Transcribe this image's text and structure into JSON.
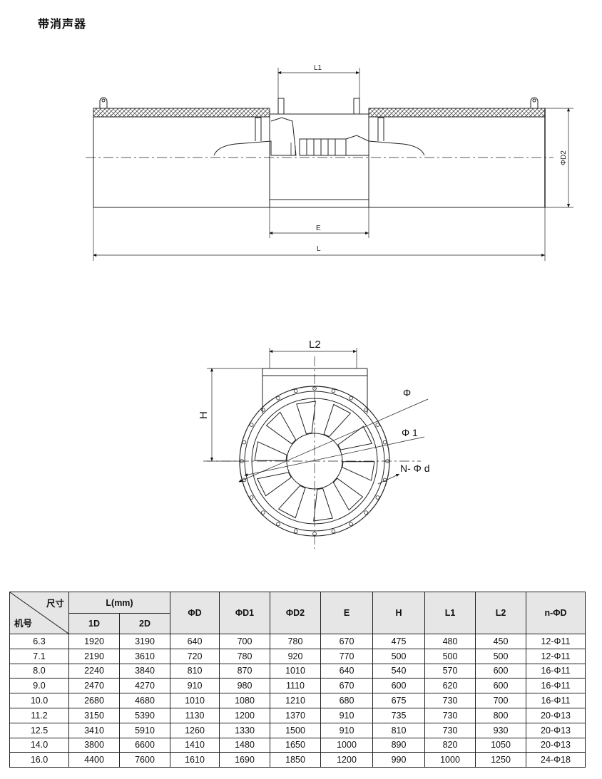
{
  "title": "带消声器",
  "drawing_top": {
    "dim_L1": "L1",
    "dim_E": "E",
    "dim_L": "L",
    "dim_D2": "ΦD2"
  },
  "drawing_front": {
    "dim_L2": "L2",
    "dim_H": "H",
    "lbl_phi": "Φ",
    "lbl_phi1": "Φ 1",
    "lbl_nphid": "N- Φ d"
  },
  "table": {
    "header_size": "尺寸",
    "header_model": "机号",
    "header_L": "L(mm)",
    "header_1D": "1D",
    "header_2D": "2D",
    "header_D": "ΦD",
    "header_D1": "ΦD1",
    "header_D2": "ΦD2",
    "header_E": "E",
    "header_H": "H",
    "header_L1": "L1",
    "header_L2": "L2",
    "header_nD": "n-ΦD",
    "rows": [
      {
        "model": "6.3",
        "d1": "1920",
        "d2": "3190",
        "D": "640",
        "D1": "700",
        "D2": "780",
        "E": "670",
        "H": "475",
        "L1": "480",
        "L2": "450",
        "nD": "12-Φ11"
      },
      {
        "model": "7.1",
        "d1": "2190",
        "d2": "3610",
        "D": "720",
        "D1": "780",
        "D2": "920",
        "E": "770",
        "H": "500",
        "L1": "500",
        "L2": "500",
        "nD": "12-Φ11"
      },
      {
        "model": "8.0",
        "d1": "2240",
        "d2": "3840",
        "D": "810",
        "D1": "870",
        "D2": "1010",
        "E": "640",
        "H": "540",
        "L1": "570",
        "L2": "600",
        "nD": "16-Φ11"
      },
      {
        "model": "9.0",
        "d1": "2470",
        "d2": "4270",
        "D": "910",
        "D1": "980",
        "D2": "1110",
        "E": "670",
        "H": "600",
        "L1": "620",
        "L2": "600",
        "nD": "16-Φ11"
      },
      {
        "model": "10.0",
        "d1": "2680",
        "d2": "4680",
        "D": "1010",
        "D1": "1080",
        "D2": "1210",
        "E": "680",
        "H": "675",
        "L1": "730",
        "L2": "700",
        "nD": "16-Φ11"
      },
      {
        "model": "11.2",
        "d1": "3150",
        "d2": "5390",
        "D": "1130",
        "D1": "1200",
        "D2": "1370",
        "E": "910",
        "H": "735",
        "L1": "730",
        "L2": "800",
        "nD": "20-Φ13"
      },
      {
        "model": "12.5",
        "d1": "3410",
        "d2": "5910",
        "D": "1260",
        "D1": "1330",
        "D2": "1500",
        "E": "910",
        "H": "810",
        "L1": "730",
        "L2": "930",
        "nD": "20-Φ13"
      },
      {
        "model": "14.0",
        "d1": "3800",
        "d2": "6600",
        "D": "1410",
        "D1": "1480",
        "D2": "1650",
        "E": "1000",
        "H": "890",
        "L1": "820",
        "L2": "1050",
        "nD": "20-Φ13"
      },
      {
        "model": "16.0",
        "d1": "4400",
        "d2": "7600",
        "D": "1610",
        "D1": "1690",
        "D2": "1850",
        "E": "1200",
        "H": "990",
        "L1": "1000",
        "L2": "1250",
        "nD": "24-Φ18"
      }
    ]
  }
}
